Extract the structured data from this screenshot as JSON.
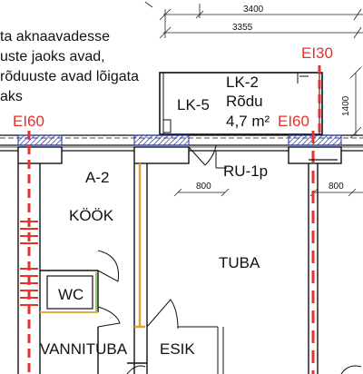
{
  "note_lines": [
    "ta aknaavadesse",
    "uste jaoks avad,",
    "rõduuste avad lõigata",
    "aks"
  ],
  "dimensions": {
    "top": "3400",
    "second": "3355",
    "vertical": "1400",
    "door_left": "800",
    "door_right": "800"
  },
  "fire_ratings": {
    "left": "EI60",
    "middle": "EI60",
    "right": "EI30"
  },
  "rooms": {
    "balcony_storage": "LK-5",
    "balcony_code": "LK-2",
    "balcony_name": "Rõdu",
    "balcony_area": "4,7 m²",
    "apartment": "A-2",
    "kitchen": "KÖÖK",
    "room": "TUBA",
    "wc": "WC",
    "bathroom": "VANNITUBA",
    "hall": "ESIK",
    "door_code": "RU-1p"
  },
  "colors": {
    "fire_rating": "#e8302c",
    "window_hatch": "#1b2fa8",
    "door_frame": "#e0a030",
    "wall": "#111111"
  }
}
